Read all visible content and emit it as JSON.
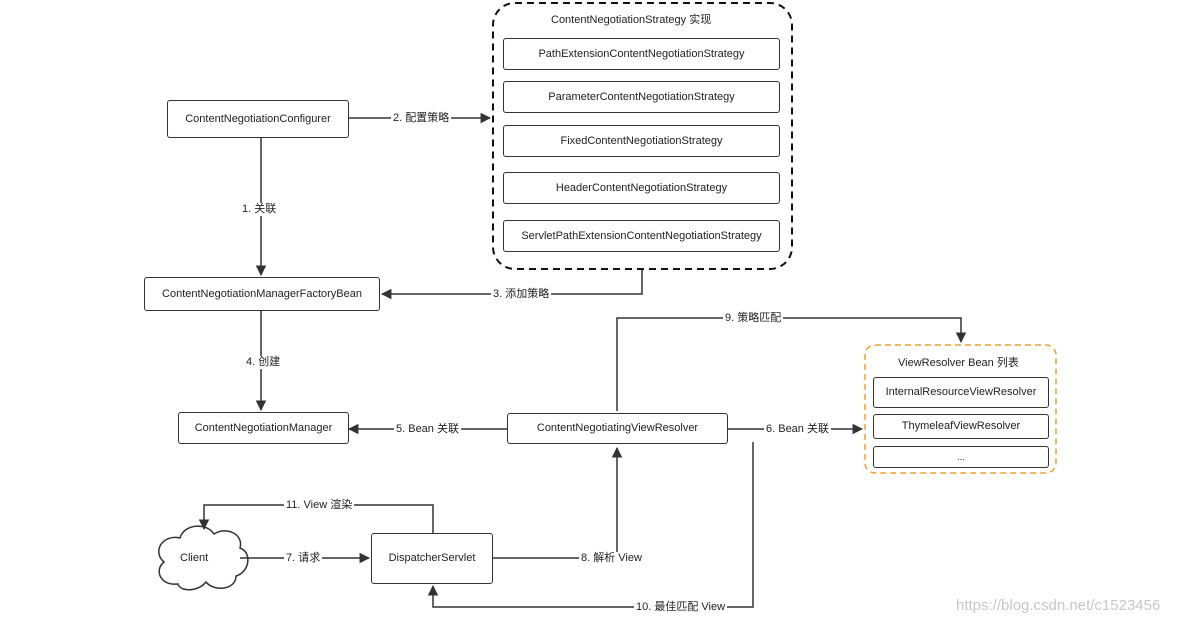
{
  "groups": {
    "strategy": {
      "title": "ContentNegotiationStrategy 实现",
      "items": [
        "PathExtensionContentNegotiationStrategy",
        "ParameterContentNegotiationStrategy",
        "FixedContentNegotiationStrategy",
        "HeaderContentNegotiationStrategy",
        "ServletPathExtensionContentNegotiationStrategy"
      ]
    },
    "resolvers": {
      "title": "ViewResolver Bean 列表",
      "items": [
        "InternalResourceViewResolver",
        "ThymeleafViewResolver",
        "..."
      ]
    }
  },
  "nodes": {
    "configurer": "ContentNegotiationConfigurer",
    "factory_bean": "ContentNegotiationManagerFactoryBean",
    "manager": "ContentNegotiationManager",
    "cnvr": "ContentNegotiatingViewResolver",
    "dispatcher": "DispatcherServlet",
    "client": "Client"
  },
  "edges": {
    "e1": "1. 关联",
    "e2": "2. 配置策略",
    "e3": "3. 添加策略",
    "e4": "4. 创建",
    "e5": "5. Bean 关联",
    "e6": "6. Bean 关联",
    "e7": "7. 请求",
    "e8": "8. 解析 View",
    "e9": "9. 策略匹配",
    "e10": "10. 最佳匹配 View",
    "e11": "11. View 渲染"
  },
  "watermark": "https://blog.csdn.net/c1523456",
  "colors": {
    "line": "#333333",
    "group_orange": "#f0a030"
  }
}
